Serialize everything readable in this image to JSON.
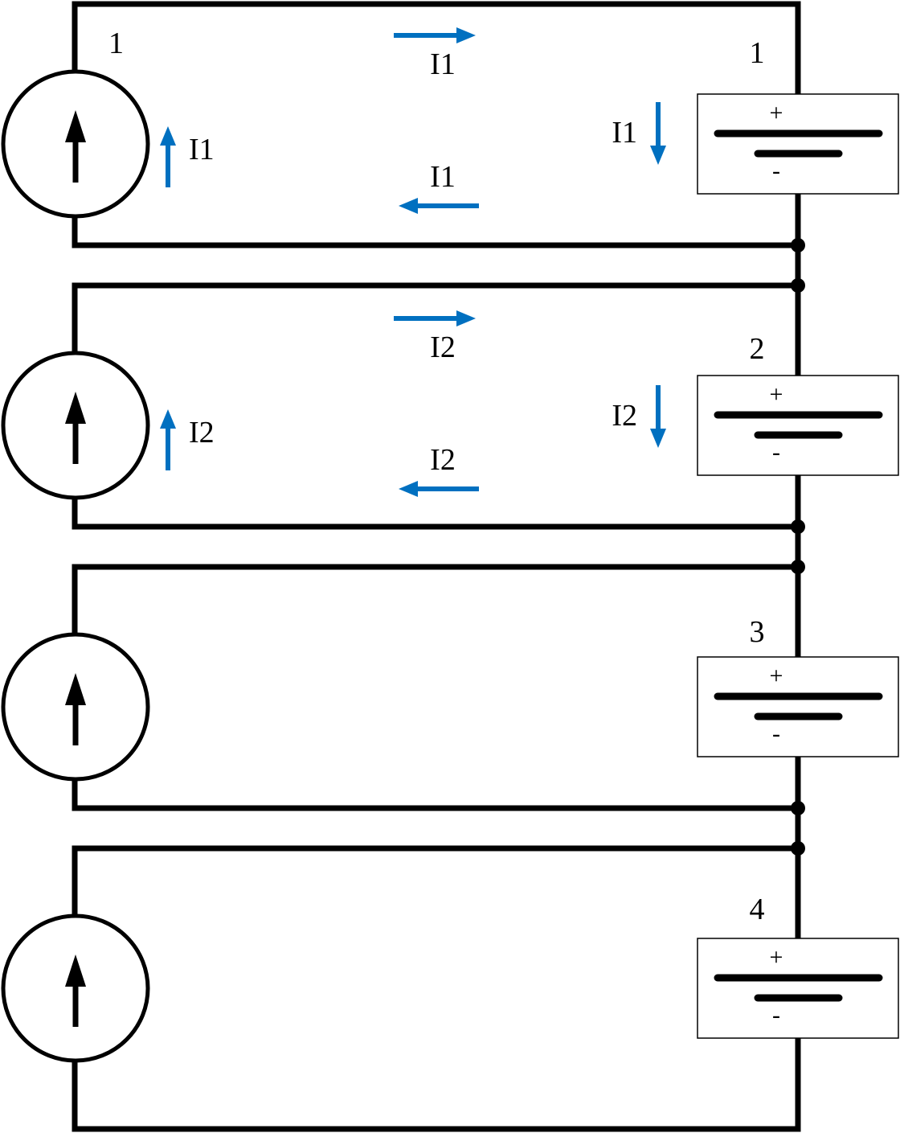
{
  "diagram": {
    "stages": [
      {
        "source_label": "1",
        "battery_label": "1",
        "battery_plus": "+",
        "battery_minus": "-",
        "currents": {
          "source": "I1",
          "top": "I1",
          "bottom": "I1",
          "battery": "I1"
        }
      },
      {
        "source_label": "",
        "battery_label": "2",
        "battery_plus": "+",
        "battery_minus": "-",
        "currents": {
          "source": "I2",
          "top": "I2",
          "bottom": "I2",
          "battery": "I2"
        }
      },
      {
        "source_label": "",
        "battery_label": "3",
        "battery_plus": "+",
        "battery_minus": "-",
        "currents": null
      },
      {
        "source_label": "",
        "battery_label": "4",
        "battery_plus": "+",
        "battery_minus": "-",
        "currents": null
      }
    ],
    "colors": {
      "wire": "#000000",
      "current_arrow": "#0070C0"
    },
    "icons": {
      "source": "current-source-icon",
      "battery": "battery-cell-icon",
      "current": "current-arrow-icon"
    }
  }
}
